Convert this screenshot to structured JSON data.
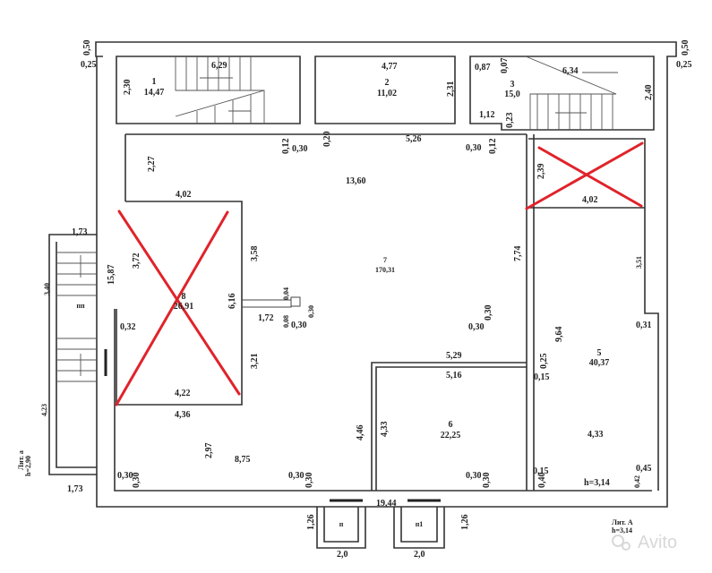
{
  "plan": {
    "rooms": [
      {
        "number": "1",
        "area": "14,47"
      },
      {
        "number": "2",
        "area": "11,02"
      },
      {
        "number": "3",
        "area": "15,0"
      },
      {
        "number": "5",
        "area": "40,37"
      },
      {
        "number": "6",
        "area": "22,25"
      },
      {
        "number": "7",
        "area": "170,31"
      },
      {
        "number": "8",
        "area": "26,91"
      }
    ],
    "annex_labels": {
      "left_stair": "пп",
      "porch_1": "п",
      "porch_2": "п1"
    },
    "dimensions": {
      "tl_050": "0,50",
      "tl_025": "0,25",
      "tr_050": "0,50",
      "tr_025": "0,25",
      "r1_230": "2,30",
      "r1_629": "6,29",
      "r2_477": "4,77",
      "r2_231": "2,31",
      "r3_087": "0,87",
      "r3_007": "0,07",
      "r3_634": "6,34",
      "r3_240": "2,40",
      "r3_112": "1,12",
      "r3_023": "0,23",
      "d_012a": "0,12",
      "d_030a": "0,30",
      "d_020": "0,20",
      "d_526": "5,26",
      "d_030b": "0,30",
      "d_012b": "0,12",
      "d_227": "2,27",
      "d_1360": "13,60",
      "d_402a": "4,02",
      "d_239": "2,39",
      "d_402b": "4,02",
      "d_173a": "1,73",
      "d_372": "3,72",
      "d_358": "3,58",
      "d_1587": "15,87",
      "d_340": "3,40",
      "d_032": "0,32",
      "d_616": "6,16",
      "d_172": "1,72",
      "d_004": "0,04",
      "d_030c": "0,30",
      "d_008": "0,08",
      "d_030d": "0,30",
      "d_774": "7,74",
      "d_351": "3,51",
      "d_030e": "0,30",
      "d_030f": "0,30",
      "d_031": "0,31",
      "d_964": "9,64",
      "d_321": "3,21",
      "d_422": "4,22",
      "d_436": "4,36",
      "d_529": "5,29",
      "d_516": "5,16",
      "d_025": "0,25",
      "d_015a": "0,15",
      "d_423": "4,23",
      "d_297": "2,97",
      "d_875": "8,75",
      "d_446": "4,46",
      "d_433a": "4,33",
      "d_433b": "4,33",
      "d_030g": "0,30",
      "d_030h": "0,30",
      "d_030i": "0,30",
      "d_030j": "0,30",
      "d_030k": "0,30",
      "d_030l": "0,30",
      "d_015b": "0,15",
      "d_040": "0,40",
      "d_045": "0,45",
      "d_042": "0,42",
      "height": "h=3,14",
      "d_173b": "1,73",
      "d_1944": "19,44",
      "d_126a": "1,26",
      "d_126b": "1,26",
      "d_20a": "2,0",
      "d_20b": "2,0"
    },
    "lit_left": "Лит. а",
    "lit_left_h": "h=2,90",
    "lit_right": "Лит. А",
    "lit_right_h": "h=3,14",
    "watermark": "Avito",
    "colors": {
      "walls": "#333333",
      "cross": "#e0232a"
    }
  }
}
